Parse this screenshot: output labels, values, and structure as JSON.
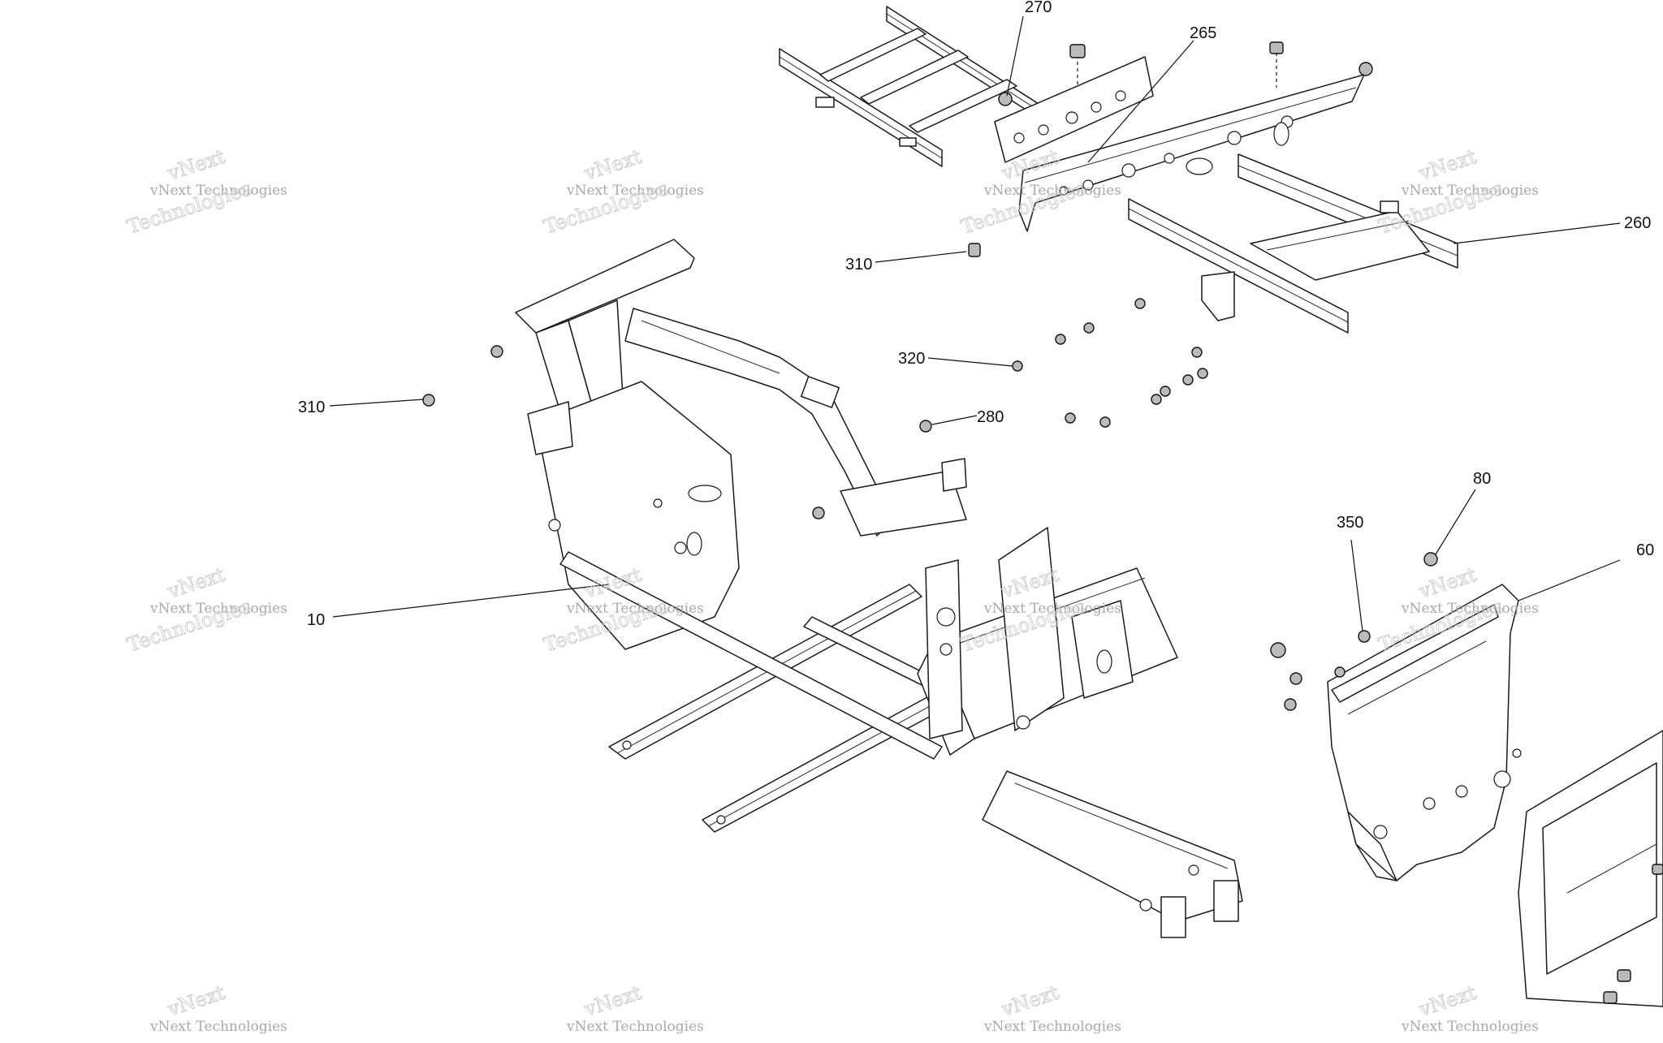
{
  "watermark": {
    "line1": "vNext Technologies",
    "line2": "vNext",
    "line3": "Technologies"
  },
  "callouts": [
    {
      "id": "c270",
      "label": "270"
    },
    {
      "id": "c265",
      "label": "265"
    },
    {
      "id": "c260",
      "label": "260"
    },
    {
      "id": "c310a",
      "label": "310"
    },
    {
      "id": "c310b",
      "label": "310"
    },
    {
      "id": "c320",
      "label": "320"
    },
    {
      "id": "c280",
      "label": "280"
    },
    {
      "id": "c10",
      "label": "10"
    },
    {
      "id": "c80",
      "label": "80"
    },
    {
      "id": "c350",
      "label": "350"
    },
    {
      "id": "c60",
      "label": "60"
    }
  ]
}
